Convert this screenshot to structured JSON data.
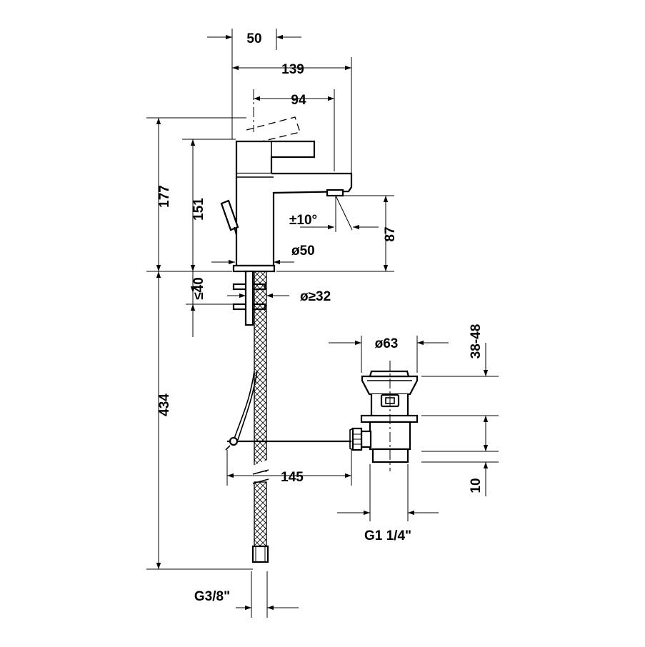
{
  "dimensions": {
    "d50": "50",
    "d139": "139",
    "d94": "94",
    "d177": "177",
    "d151": "151",
    "angle": "±10°",
    "d87": "87",
    "base_diameter": "ø50",
    "max40": "≤40",
    "hole_diameter": "ø≥32",
    "d434": "434",
    "d145": "145",
    "waste_diameter": "ø63",
    "range": "38-48",
    "d10": "10",
    "waste_thread": "G1 1/4\"",
    "hose_thread": "G3/8\""
  }
}
